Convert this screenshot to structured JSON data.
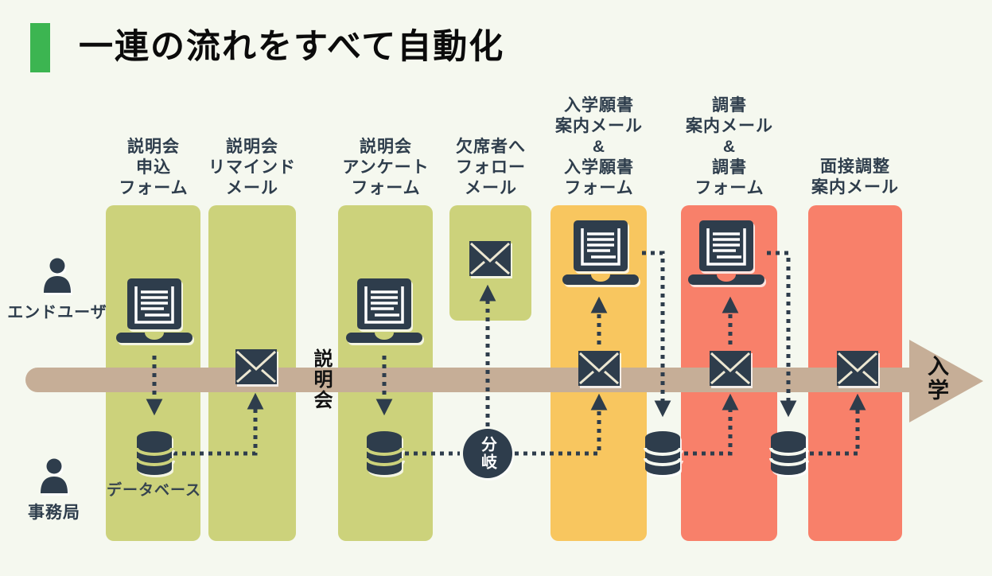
{
  "title": "一連の流れをすべて自動化",
  "actors": {
    "end_user": "エンドユーザ",
    "admin_office": "事務局"
  },
  "labels": {
    "database": "データベース",
    "branch": "分岐",
    "timeline_mid": "説明会",
    "timeline_end": "入学"
  },
  "columns": [
    {
      "label": "説明会\n申込\nフォーム",
      "color": "#ccd27b"
    },
    {
      "label": "説明会\nリマインド\nメール",
      "color": "#ccd27b"
    },
    {
      "label": "説明会\nアンケート\nフォーム",
      "color": "#ccd27b"
    },
    {
      "label": "欠席者へ\nフォロー\nメール",
      "color": "#ccd27b"
    },
    {
      "label": "入学願書\n案内メール\n&\n入学願書\nフォーム",
      "color": "#f8c65f"
    },
    {
      "label": "調書\n案内メール\n&\n調書\nフォーム",
      "color": "#f8806a"
    },
    {
      "label": "面接調整\n案内メール",
      "color": "#f8806a"
    }
  ],
  "colors": {
    "accent_green": "#3cb551",
    "column_green": "#ccd27b",
    "column_orange": "#f8c65f",
    "column_red": "#f8806a",
    "timeline_band": "#c6ae97",
    "icon_dark": "#2e3d4c",
    "background": "#f5f8ef"
  }
}
